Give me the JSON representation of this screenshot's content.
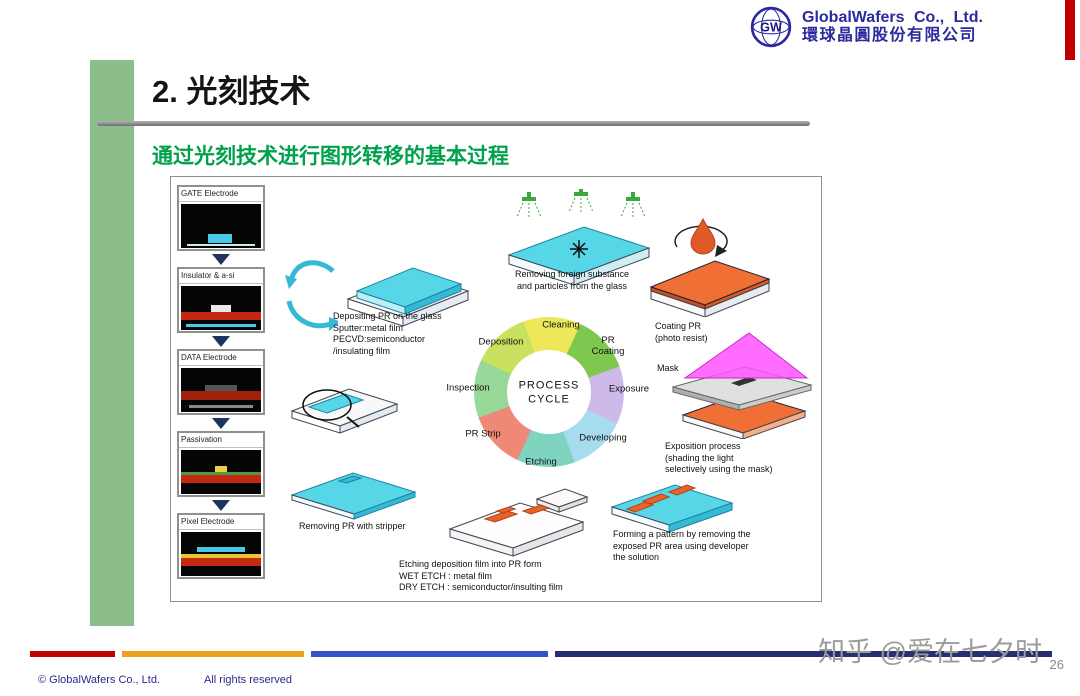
{
  "colors": {
    "brand-navy": "#2a2a9e",
    "accent-green-bar": "#8cbe8c",
    "subtitle-green": "#00a14b",
    "bar-red": "#c00000",
    "bar-orange": "#eda120",
    "bar-blue": "#3453c4",
    "bar-navy": "#27306e",
    "footer-navy": "#2a2a8e",
    "watermark-gray": "#9c9c9c",
    "diagram-cyan": "#56d6e6",
    "diagram-orange": "#ef6f35"
  },
  "header": {
    "logo_monogram": "GW",
    "company_en": "GlobalWafers Co., Ltd.",
    "company_zh": "環球晶圓股份有限公司"
  },
  "slide": {
    "title": "2. 光刻技术",
    "subtitle": "通过光刻技术进行图形转移的基本过程"
  },
  "diagram": {
    "left_stack": [
      {
        "label": "GATE Electrode"
      },
      {
        "label": "Insulator & a-si"
      },
      {
        "label": "DATA Electrode"
      },
      {
        "label": "Passivation"
      },
      {
        "label": "Pixel Electrode"
      }
    ],
    "cycle": {
      "center": "PROCESS CYCLE",
      "steps": [
        {
          "label": "Cleaning"
        },
        {
          "label": "PR\nCoating"
        },
        {
          "label": "Exposure"
        },
        {
          "label": "Developing"
        },
        {
          "label": "Etching"
        },
        {
          "label": "PR Strip"
        },
        {
          "label": "Inspection"
        },
        {
          "label": "Deposition"
        }
      ]
    },
    "captions": {
      "cleaning": "Removing foreign substance\nand particles from the glass",
      "deposition": "Depositing PR on the glass\nSputter:metal film\nPECVD:semiconductor\n/insulating film",
      "coating": "Coating PR\n(photo resist)",
      "mask_label": "Mask",
      "exposure": "Exposition process\n(shading the light\nselectively using the mask)",
      "developing": "Forming a pattern by removing the\nexposed PR area using developer\nthe solution",
      "etching": "Etching deposition film into PR form\nWET ETCH : metal film\nDRY ETCH : semiconductor/insulting film",
      "pr_strip": "Removing PR with stripper"
    }
  },
  "footer": {
    "copyright": "© GlobalWafers Co., Ltd.",
    "rights": "All rights reserved",
    "page_number": "26",
    "watermark": "知乎 @爱在七夕时"
  }
}
